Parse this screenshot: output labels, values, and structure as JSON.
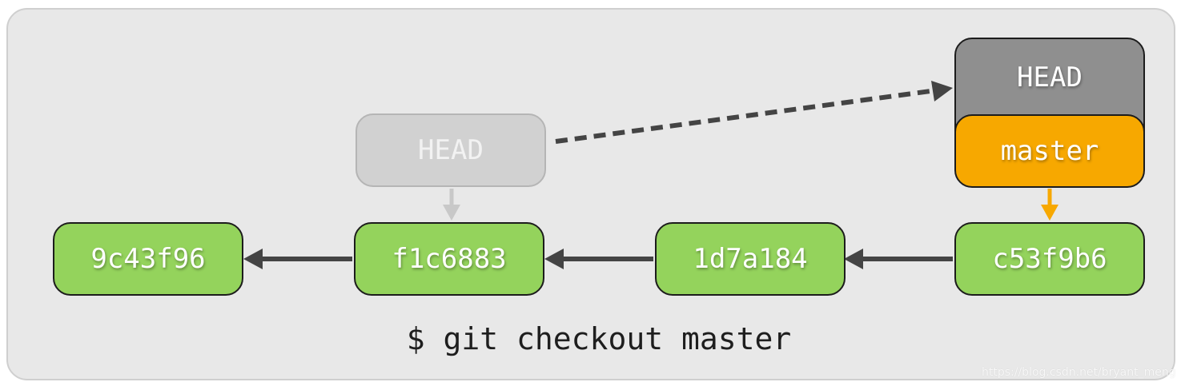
{
  "commits": [
    "9c43f96",
    "f1c6883",
    "1d7a184",
    "c53f9b6"
  ],
  "previous_head": "HEAD",
  "refs": {
    "head": "HEAD",
    "branch": "master"
  },
  "command": "$ git checkout master",
  "watermark": "https://blog.csdn.net/bryant_meng",
  "colors": {
    "commit": "#94d35c",
    "branch": "#f7a800",
    "head": "#8f8f8f",
    "ghost": "#d1d1d1",
    "arrow": "#444444",
    "branch_arrow": "#f7a800",
    "ghost_arrow": "#c8c8c8"
  }
}
